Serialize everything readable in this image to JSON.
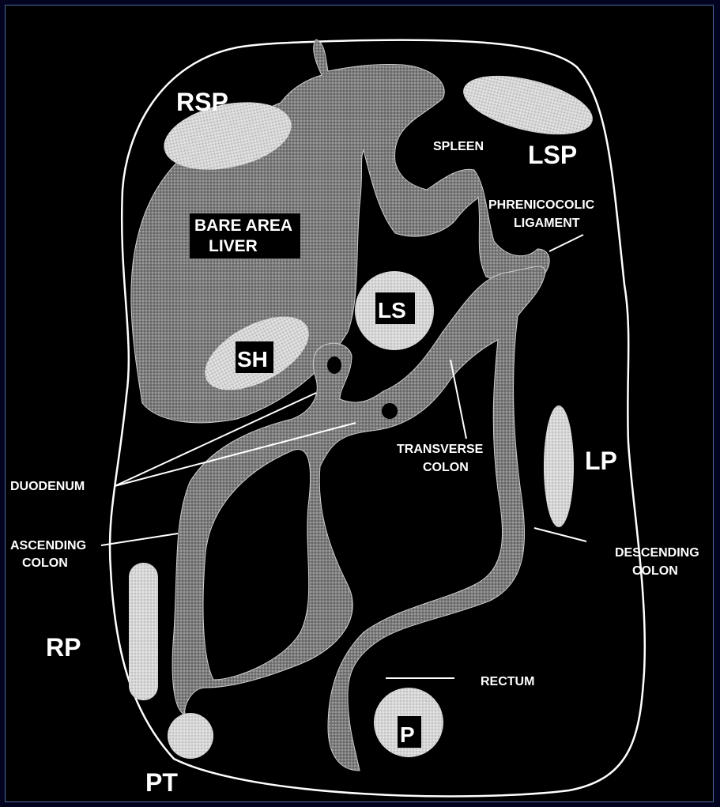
{
  "labels": {
    "rsp": "RSP",
    "lsp": "LSP",
    "spleen": "SPLEEN",
    "phrenicocolic_line1": "PHRENICOCOLIC",
    "phrenicocolic_line2": "LIGAMENT",
    "bare_area_line1": "BARE AREA",
    "bare_area_line2": "LIVER",
    "ls": "LS",
    "sh": "SH",
    "duodenum": "DUODENUM",
    "transverse_line1": "TRANSVERSE",
    "transverse_line2": "COLON",
    "ascending_line1": "ASCENDING",
    "ascending_line2": "COLON",
    "lp": "LP",
    "descending_line1": "DESCENDING",
    "descending_line2": "COLON",
    "rp": "RP",
    "rectum": "RECTUM",
    "p": "P",
    "pt": "PT"
  },
  "colors": {
    "background": "#000000",
    "frame": "#02031f",
    "outline": "#ffffff",
    "organ_fill": "#8e8e8e",
    "space_fill": "#d8d8d8"
  }
}
